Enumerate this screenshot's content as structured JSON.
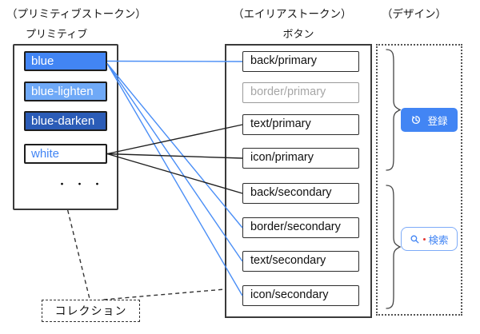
{
  "header": {
    "primitive_caption": "（プリミティブストークン）",
    "primitive_box_title": "プリミティブ",
    "alias_caption": "（エイリアストークン）",
    "alias_box_title": "ボタン",
    "design_caption": "（デザイン）"
  },
  "primitive_tokens": [
    {
      "id": "blue",
      "label": "blue",
      "bg": "#4285f4",
      "fg": "#ffffff"
    },
    {
      "id": "blue-lighten",
      "label": "blue-lighten",
      "bg": "#6fa9f7",
      "fg": "#ffffff"
    },
    {
      "id": "blue-darken",
      "label": "blue-darken",
      "bg": "#2b5cb7",
      "fg": "#ffffff"
    },
    {
      "id": "white",
      "label": "white",
      "bg": "#ffffff",
      "fg": "#4285f4"
    }
  ],
  "primitive_ellipsis": "・・・",
  "alias_tokens": [
    {
      "id": "back-primary",
      "label": "back/primary",
      "muted": false
    },
    {
      "id": "border-primary",
      "label": "border/primary",
      "muted": true
    },
    {
      "id": "text-primary",
      "label": "text/primary",
      "muted": false
    },
    {
      "id": "icon-primary",
      "label": "icon/primary",
      "muted": false
    },
    {
      "id": "back-secondary",
      "label": "back/secondary",
      "muted": false
    },
    {
      "id": "border-secondary",
      "label": "border/secondary",
      "muted": false
    },
    {
      "id": "text-secondary",
      "label": "text/secondary",
      "muted": false
    },
    {
      "id": "icon-secondary",
      "label": "icon/secondary",
      "muted": false
    }
  ],
  "design": {
    "register_button": {
      "label": "登録",
      "icon": "history-icon",
      "bg": "#4285f4",
      "fg": "#ffffff"
    },
    "search_button": {
      "label": "検索",
      "icon": "search-icon",
      "fg": "#4285f4",
      "border": "#7dabf8"
    }
  },
  "collection_label": "コレクション",
  "colors": {
    "accent": "#4285f4",
    "accent_light": "#6fa9f7",
    "accent_dark": "#2b5cb7",
    "line_blue": "#4a8ef6",
    "line_black": "#1f1f1f",
    "line_dashed": "#333333",
    "muted_text": "#a6a6a6",
    "marker_red": "#e53935"
  },
  "connections": [
    {
      "from": "tok-blue",
      "to": "btn-back-primary",
      "color": "line_blue",
      "style": "solid",
      "from_anchor": [
        1,
        0.5
      ],
      "to_anchor": [
        0,
        0.5
      ]
    },
    {
      "from": "tok-blue",
      "to": "btn-border-secondary",
      "color": "line_blue",
      "style": "solid",
      "from_anchor": [
        1,
        0.62
      ],
      "to_anchor": [
        0,
        0.5
      ]
    },
    {
      "from": "tok-blue",
      "to": "btn-text-secondary",
      "color": "line_blue",
      "style": "solid",
      "from_anchor": [
        1,
        0.62
      ],
      "to_anchor": [
        0,
        0.5
      ]
    },
    {
      "from": "tok-blue",
      "to": "btn-icon-secondary",
      "color": "line_blue",
      "style": "solid",
      "from_anchor": [
        1,
        0.62
      ],
      "to_anchor": [
        0,
        0.5
      ]
    },
    {
      "from": "tok-white",
      "to": "btn-text-primary",
      "color": "line_black",
      "style": "solid",
      "from_anchor": [
        1,
        0.5
      ],
      "to_anchor": [
        0,
        0.5
      ]
    },
    {
      "from": "tok-white",
      "to": "btn-icon-primary",
      "color": "line_black",
      "style": "solid",
      "from_anchor": [
        1,
        0.5
      ],
      "to_anchor": [
        0,
        0.5
      ]
    },
    {
      "from": "tok-white",
      "to": "btn-back-secondary",
      "color": "line_black",
      "style": "solid",
      "from_anchor": [
        1,
        0.5
      ],
      "to_anchor": [
        0,
        0.5
      ]
    },
    {
      "from": "primitive-container",
      "to": "collection-label",
      "color": "line_dashed",
      "style": "dashed",
      "from_anchor": [
        0.52,
        1
      ],
      "to_anchor": [
        0.49,
        0
      ]
    },
    {
      "from": "collection-label",
      "to": "button-container",
      "color": "line_dashed",
      "style": "dashed",
      "from_anchor": [
        0.63,
        0
      ],
      "to_anchor": [
        0,
        0.895
      ]
    }
  ]
}
